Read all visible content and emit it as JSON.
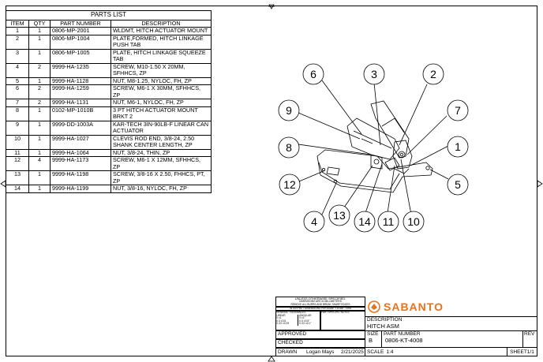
{
  "parts_list": {
    "title": "PARTS LIST",
    "headers": [
      "ITEM",
      "QTY",
      "PART NUMBER",
      "DESCRIPTION"
    ],
    "rows": [
      {
        "item": "1",
        "qty": "1",
        "part_number": "0806-MP-2001",
        "description": "WLDMT, HITCH ACTUATOR MOUNT"
      },
      {
        "item": "2",
        "qty": "1",
        "part_number": "0806-MP-1004",
        "description": "PLATE,FORMED, HITCH LINKAGE PUSH TAB"
      },
      {
        "item": "3",
        "qty": "1",
        "part_number": "0806-MP-1005",
        "description": "PLATE, HITCH LINKAGE SQUEEZE TAB"
      },
      {
        "item": "4",
        "qty": "2",
        "part_number": "9999-HA-1235",
        "description": "SCREW, M10-1.50 X 20MM, SFHHCS, ZP"
      },
      {
        "item": "5",
        "qty": "1",
        "part_number": "9999-HA-1128",
        "description": "NUT, M8-1.25, NYLOC, FH, ZP"
      },
      {
        "item": "6",
        "qty": "2",
        "part_number": "9999-HA-1259",
        "description": "SCREW, M6-1 X 30MM, SFHHCS, ZP"
      },
      {
        "item": "7",
        "qty": "2",
        "part_number": "9999-HA-1131",
        "description": "NUT, M6-1, NYLOC, FH, ZP"
      },
      {
        "item": "8",
        "qty": "1",
        "part_number": "0102-MP-1010B",
        "description": "3 PT HITCH ACTUATOR MOUNT BRKT 2"
      },
      {
        "item": "9",
        "qty": "1",
        "part_number": "9999-DD-1003A",
        "description": "KAR-TECH 3IN-90LB-F LINEAR CAN ACTUATOR"
      },
      {
        "item": "10",
        "qty": "1",
        "part_number": "9999-HA-1027",
        "description": "CLEVIS ROD END, 3/8-24, 2.50 SHANK CENTER LENGTH, ZP"
      },
      {
        "item": "11",
        "qty": "1",
        "part_number": "9999-HA-1064",
        "description": "NUT, 3/8-24, THIN, ZP"
      },
      {
        "item": "12",
        "qty": "4",
        "part_number": "9999-HA-1173",
        "description": "SCREW, M6-1 X 12MM, SFHHCS, ZP"
      },
      {
        "item": "13",
        "qty": "1",
        "part_number": "9999-HA-1198",
        "description": "SCREW, 3/8-16 X 2.50, FHHCS, PT, ZP"
      },
      {
        "item": "14",
        "qty": "1",
        "part_number": "9999-HA-1199",
        "description": "NUT, 3/8-16, NYLOC, FH, ZP"
      }
    ]
  },
  "balloons": {
    "b1": "1",
    "b2": "2",
    "b3": "3",
    "b4": "4",
    "b5": "5",
    "b6": "6",
    "b7": "7",
    "b8": "8",
    "b9": "9",
    "b10": "10",
    "b11": "11",
    "b12": "12",
    "b13": "13",
    "b14": "14"
  },
  "title_block": {
    "notes_header": "UNLESS OTHERWISE SPECIFIED:",
    "notes_line1": "DIMENSIONS ARE IN MILLIMETERS",
    "notes_line2": "REMOVE ALL BURRS AND BREAK SHARP EDGES",
    "notes_line3": "INTERPRET DIMENSIONS PER ASME Y14.5M - 1994",
    "tolerances_label": "GENERAL TOLERANCES",
    "linear_label": "LINEAR",
    "angular_label": "ANGULAR",
    "lin_1": "X ±1",
    "lin_2": "X.X ±0.5",
    "lin_3": "X.XX ±0.25",
    "ang_1": "X ±1°",
    "ang_2": "X.X ±0.5°",
    "ang_3": "X.XX ±0.1°",
    "part_specific_notes": "PART SPECIFIC NOTES",
    "approved_label": "APPROVED",
    "checked_label": "CHECKED",
    "drawn_label": "DRAWN",
    "drawn_by": "Logan Mays",
    "drawn_date": "2/21/2025",
    "company": "SABANTO",
    "description_label": "DESCRIPTION",
    "description": "HITCH ASM",
    "size_label": "SIZE",
    "size": "B",
    "part_number_label": "PART NUMBER",
    "part_number": "0806-KT-4008",
    "rev_label": "REV",
    "scale_label": "SCALE",
    "scale": "1:4",
    "sheet": "SHEET1/1"
  },
  "colors": {
    "brand": "#e57320",
    "line": "#000000"
  },
  "icons": [
    "sabanto-logo-icon",
    "top-arrow-icon",
    "bottom-arrow-icon",
    "left-arrow-icon",
    "right-arrow-icon"
  ]
}
